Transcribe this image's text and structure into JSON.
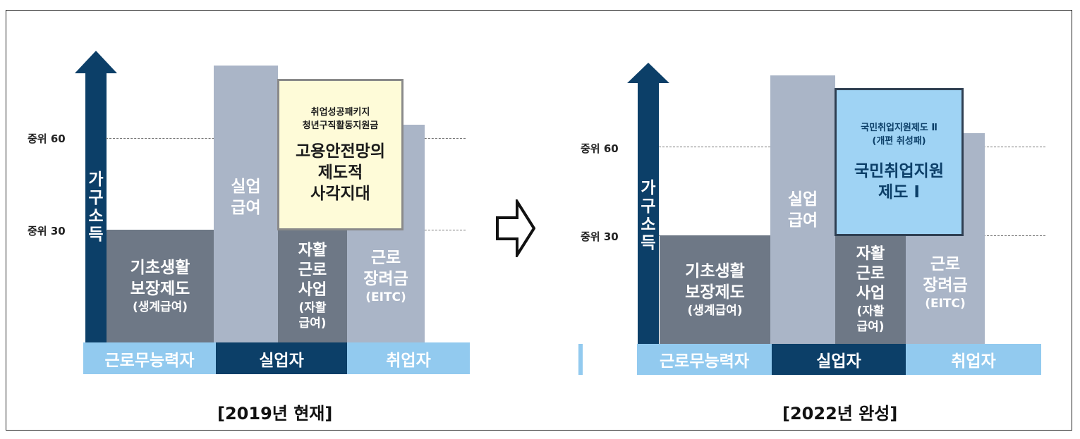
{
  "colors": {
    "navy": "#0c3f68",
    "dark_gray": "#6e7886",
    "light_gray": "#aab5c7",
    "light_blue": "#92caef",
    "cream": "#fefbd8",
    "sky": "#9fd3f4"
  },
  "axis": {
    "label_chars": [
      "가",
      "구",
      "소",
      "득"
    ],
    "median_60": "중위 60",
    "median_30": "중위 30"
  },
  "categories": {
    "no_work_ability": "근로무능력자",
    "unemployed": "실업자",
    "employed": "취업자"
  },
  "blocks": {
    "basic_living": [
      "기초생활",
      "보장제도"
    ],
    "basic_living_sub": "(생계급여)",
    "unemployment_benefit": [
      "실업",
      "급여"
    ],
    "self_support": [
      "자활",
      "근로",
      "사업"
    ],
    "self_support_sub": [
      "(자활",
      "급여)"
    ],
    "eitc": [
      "근로",
      "장려금"
    ],
    "eitc_sub": "(EITC)"
  },
  "panel_2019": {
    "caption": "[2019년 현재]",
    "gap_note": [
      "취업성공패키지",
      "청년구직활동지원금"
    ],
    "gap_title": [
      "고용안전망의",
      "제도적",
      "사각지대"
    ]
  },
  "panel_2022": {
    "caption": "[2022년 완성]",
    "box_note": [
      "국민취업지원제도 Ⅱ",
      "(개편 취성패)"
    ],
    "box_title": [
      "국민취업지원",
      "제도 Ⅰ"
    ]
  },
  "arrow": "⇨"
}
